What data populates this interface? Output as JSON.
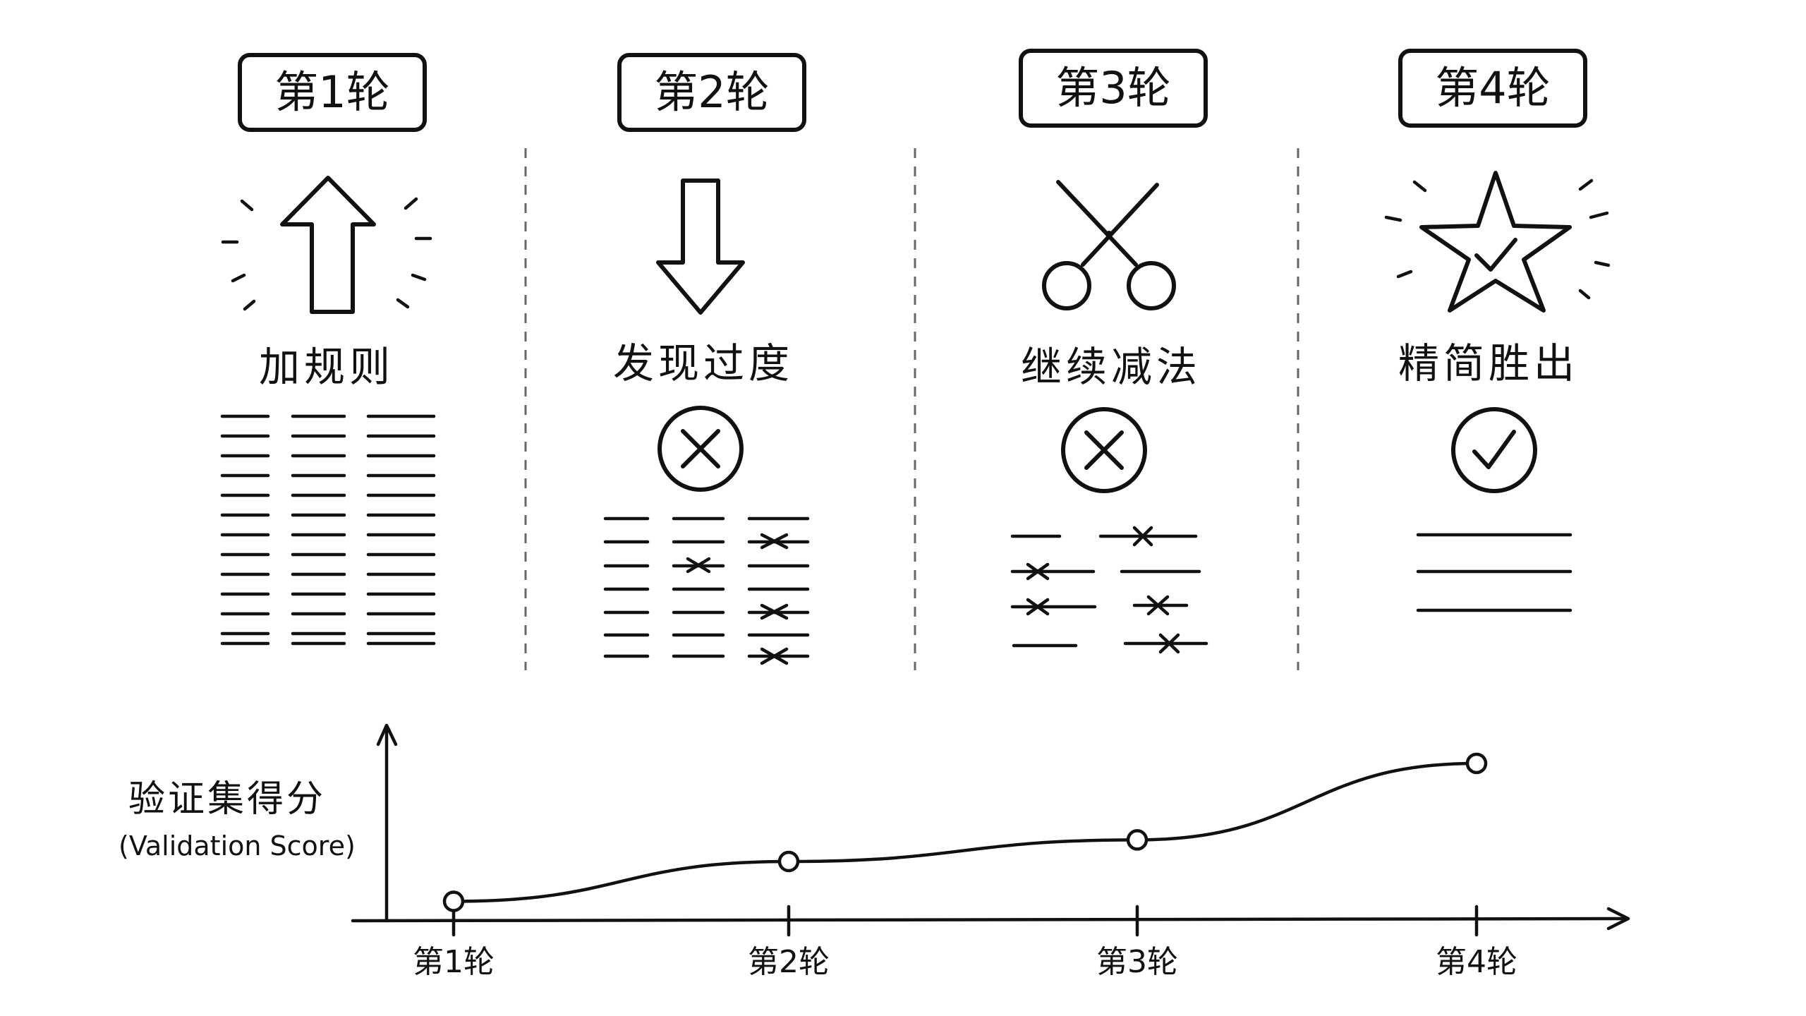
{
  "rounds": [
    {
      "label": "第1轮",
      "caption": "加规则",
      "icon": "arrow-up-icon",
      "status": "none",
      "status_icon": ""
    },
    {
      "label": "第2轮",
      "caption": "发现过度",
      "icon": "arrow-down-icon",
      "status": "fail",
      "status_icon": "x-circle-icon"
    },
    {
      "label": "第3轮",
      "caption": "继续减法",
      "icon": "scissors-icon",
      "status": "fail",
      "status_icon": "x-circle-icon"
    },
    {
      "label": "第4轮",
      "caption": "精简胜出",
      "icon": "star-check-icon",
      "status": "pass",
      "status_icon": "check-circle-icon"
    }
  ],
  "chart_data": {
    "type": "line",
    "ylabel": "验证集得分",
    "ylabel_en": "(Validation Score)",
    "categories": [
      "第1轮",
      "第2轮",
      "第3轮",
      "第4轮"
    ],
    "values": [
      0.18,
      0.55,
      0.75,
      1.46
    ],
    "ylim": [
      0,
      1.8
    ],
    "grid": false
  },
  "colors": {
    "ink": "#111111",
    "divider": "#666666",
    "background": "#ffffff"
  }
}
